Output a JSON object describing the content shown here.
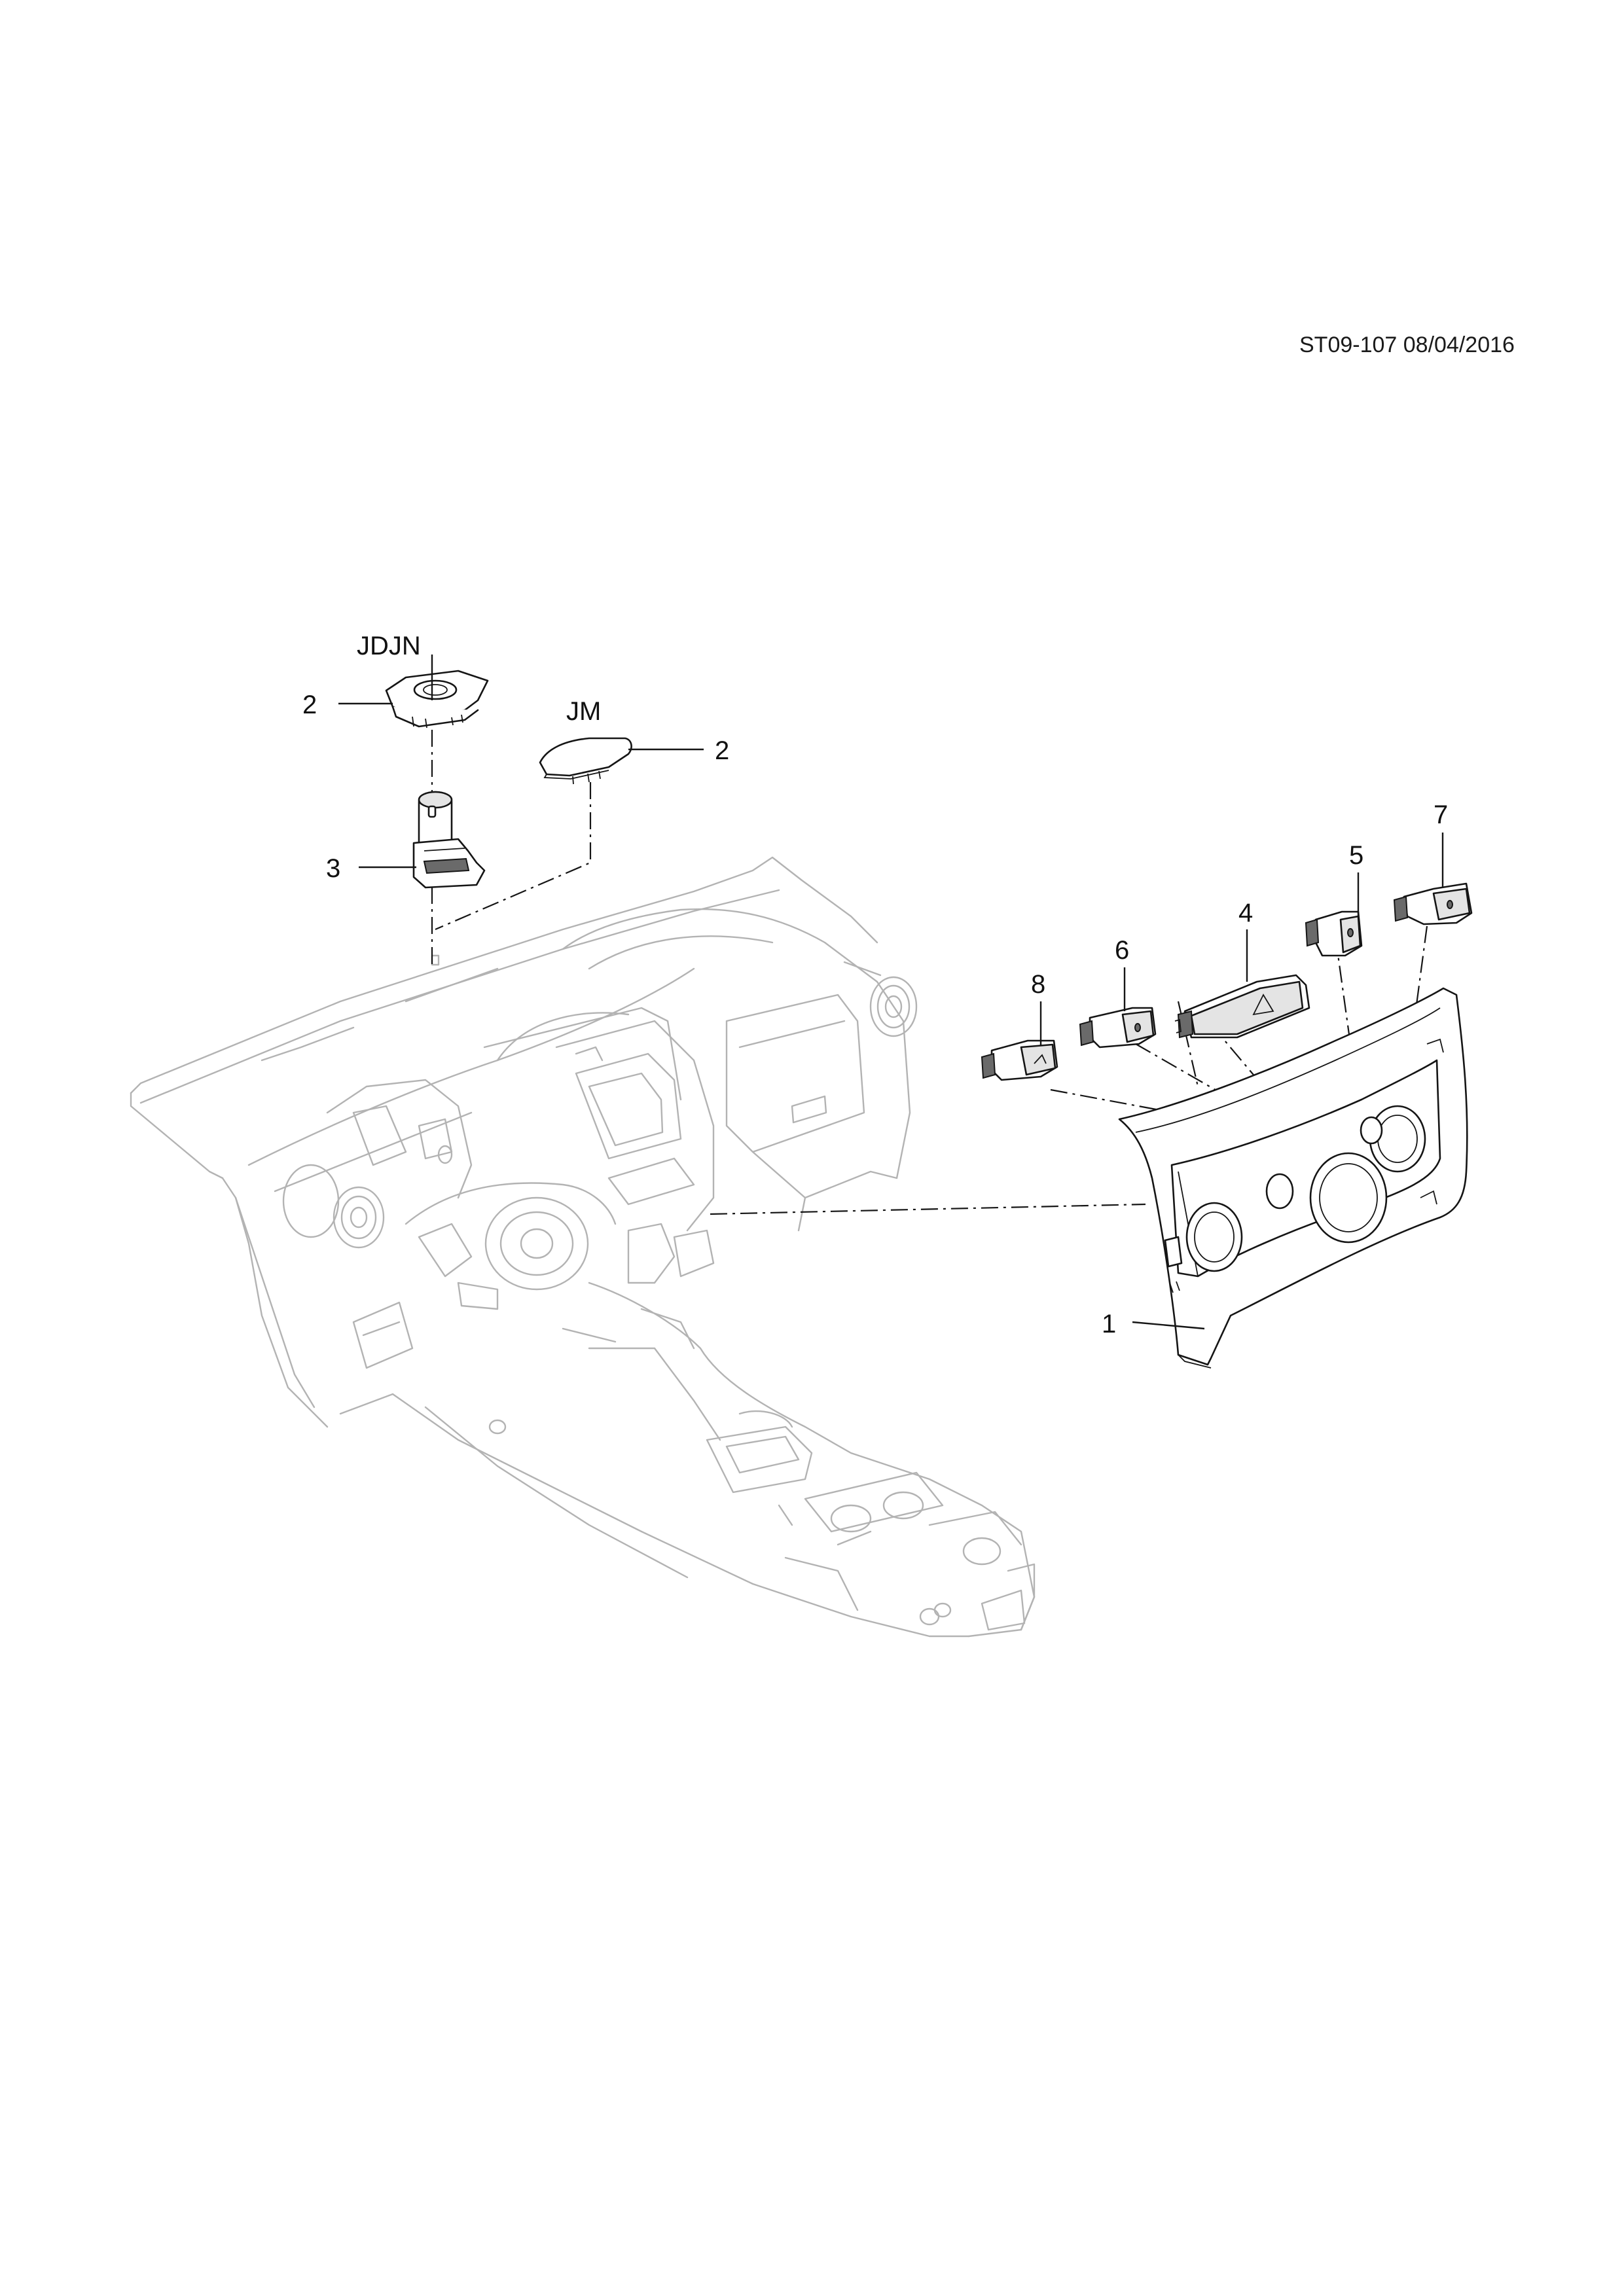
{
  "header": {
    "doc_code": "ST09-107 08/04/2016"
  },
  "callouts": {
    "variant_jdjn": "JDJN",
    "variant_jm": "JM",
    "part_1": "1",
    "part_2_upper": "2",
    "part_2_right": "2",
    "part_3": "3",
    "part_4": "4",
    "part_5": "5",
    "part_6": "6",
    "part_7": "7",
    "part_8": "8"
  }
}
